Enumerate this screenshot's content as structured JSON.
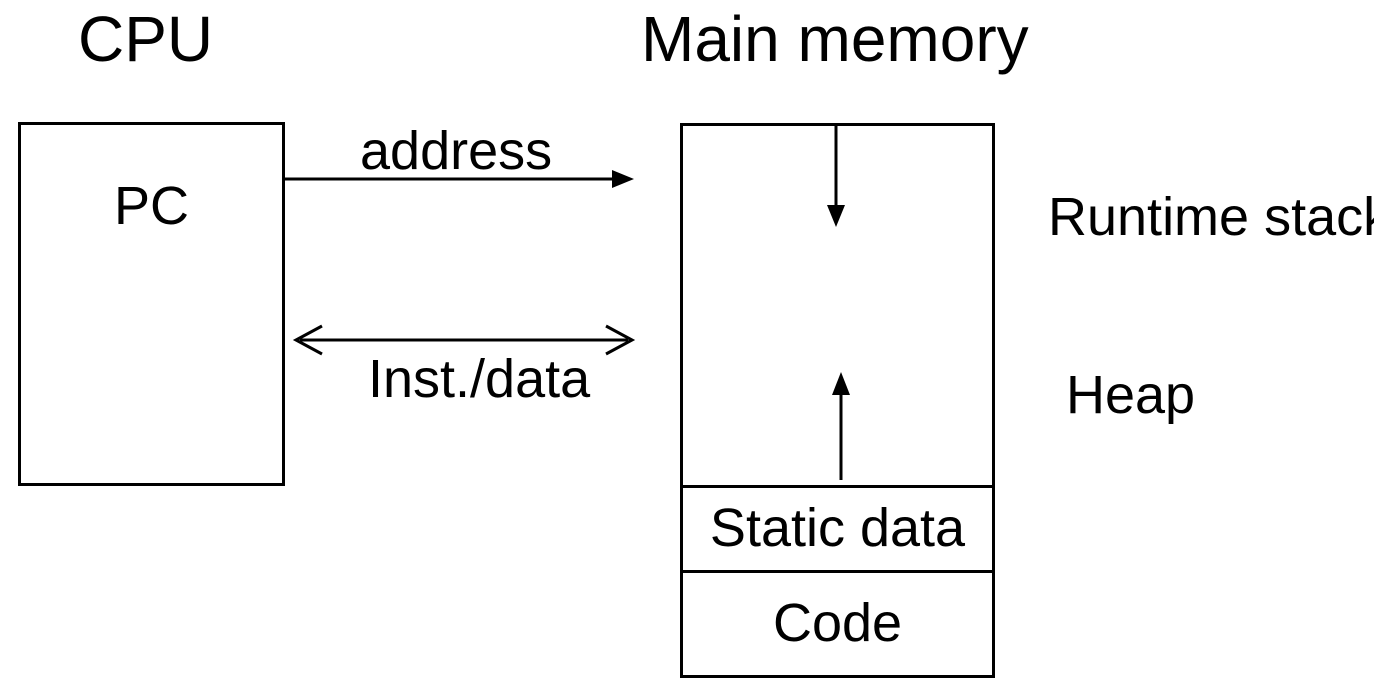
{
  "titles": {
    "cpu": "CPU",
    "main_memory": "Main memory"
  },
  "cpu": {
    "register": "PC"
  },
  "buses": {
    "address_label": "address",
    "inst_data_label": "Inst./data"
  },
  "memory": {
    "segments": {
      "static_data": "Static data",
      "code": "Code"
    }
  },
  "annotations": {
    "runtime_stack": "Runtime stack",
    "heap": "Heap"
  },
  "arrows": {
    "address_direction": "cpu-to-memory",
    "inst_data_direction": "bidirectional",
    "stack_growth": "downward",
    "heap_growth": "upward"
  },
  "colors": {
    "foreground": "#000000",
    "background": "#ffffff"
  }
}
